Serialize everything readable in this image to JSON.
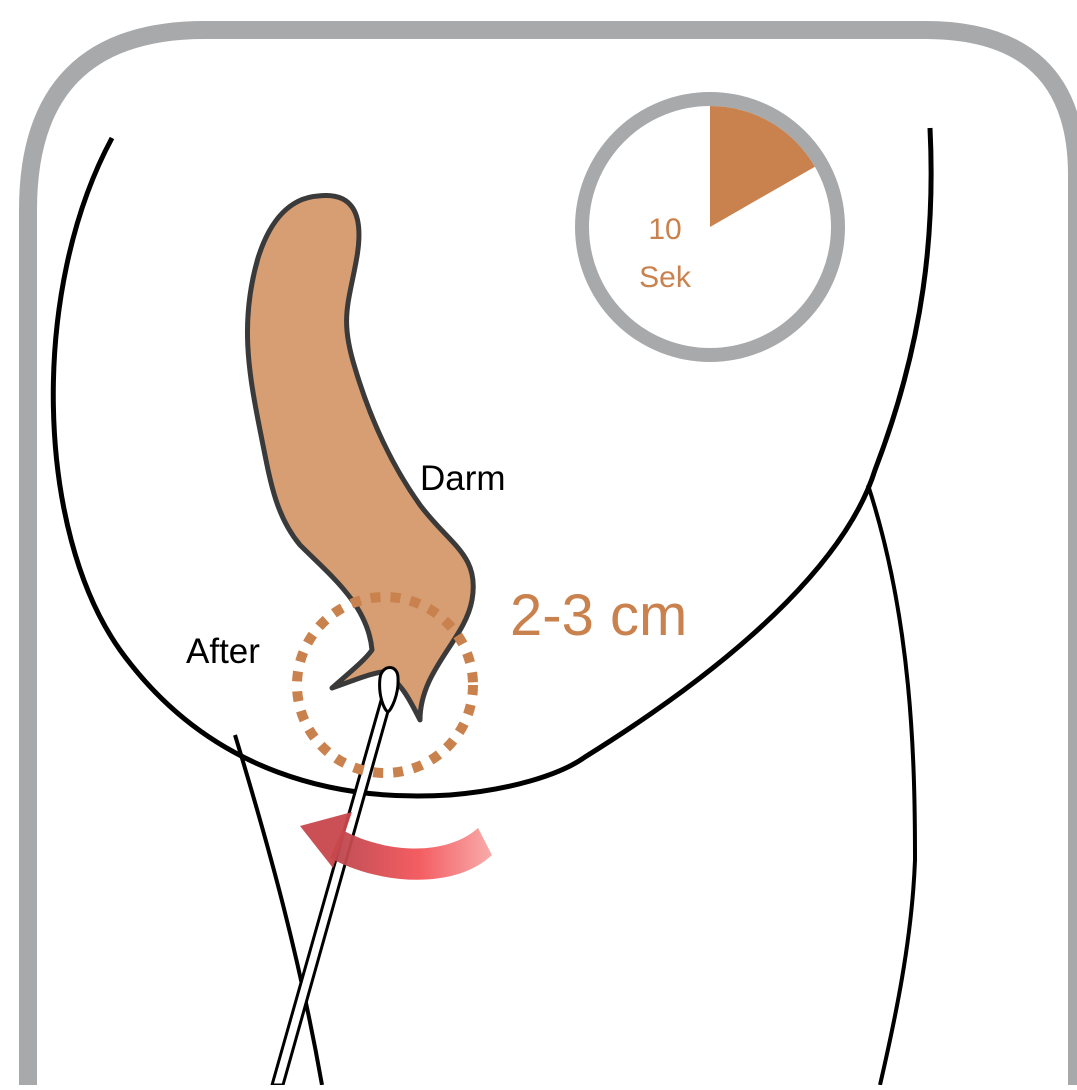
{
  "labels": {
    "bowel": "Darm",
    "anus": "After",
    "depth": "2-3 cm"
  },
  "timer": {
    "number": "10",
    "unit": "Sek",
    "fraction_elapsed": 0.167
  },
  "colors": {
    "frame": "#a7a9ab",
    "bowel_fill": "#d79e73",
    "bowel_stroke": "#3a3a3a",
    "accent": "#c9824d",
    "arrow_red": "#ef4a4f",
    "line": "#000000"
  },
  "icons": {
    "rotation_arrow": "curved-arrow-left-icon",
    "swab": "cotton-swab-icon",
    "timer": "timer-pie-icon"
  }
}
